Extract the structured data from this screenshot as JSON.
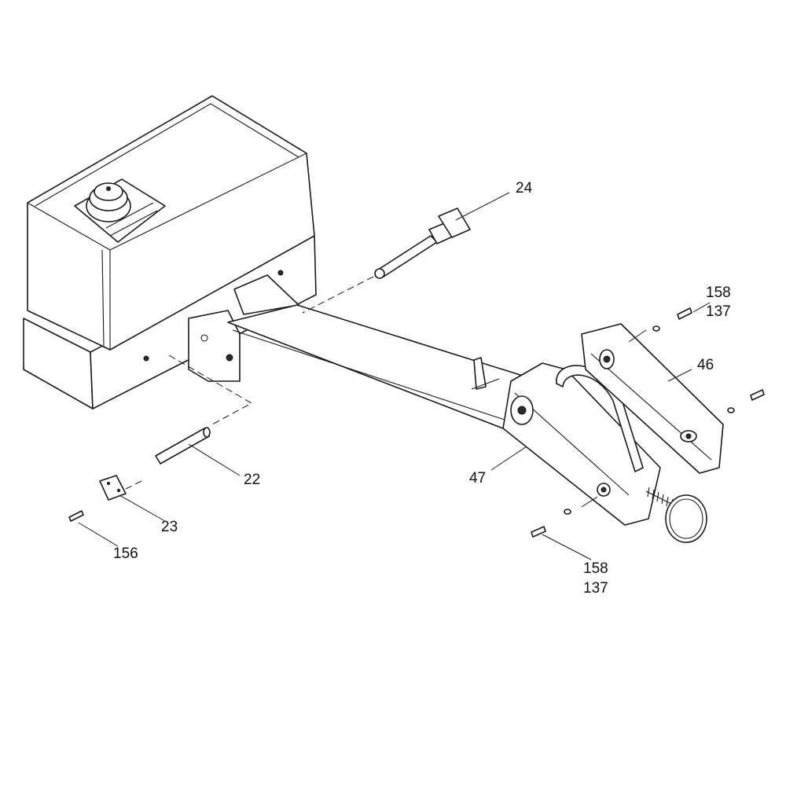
{
  "callouts": [
    {
      "id": "c24",
      "text": "24"
    },
    {
      "id": "c158a",
      "text": "158"
    },
    {
      "id": "c137a",
      "text": "137"
    },
    {
      "id": "c46",
      "text": "46"
    },
    {
      "id": "c22",
      "text": "22"
    },
    {
      "id": "c47",
      "text": "47"
    },
    {
      "id": "c23",
      "text": "23"
    },
    {
      "id": "c156",
      "text": "156"
    },
    {
      "id": "c158b",
      "text": "158"
    },
    {
      "id": "c137b",
      "text": "137"
    }
  ]
}
